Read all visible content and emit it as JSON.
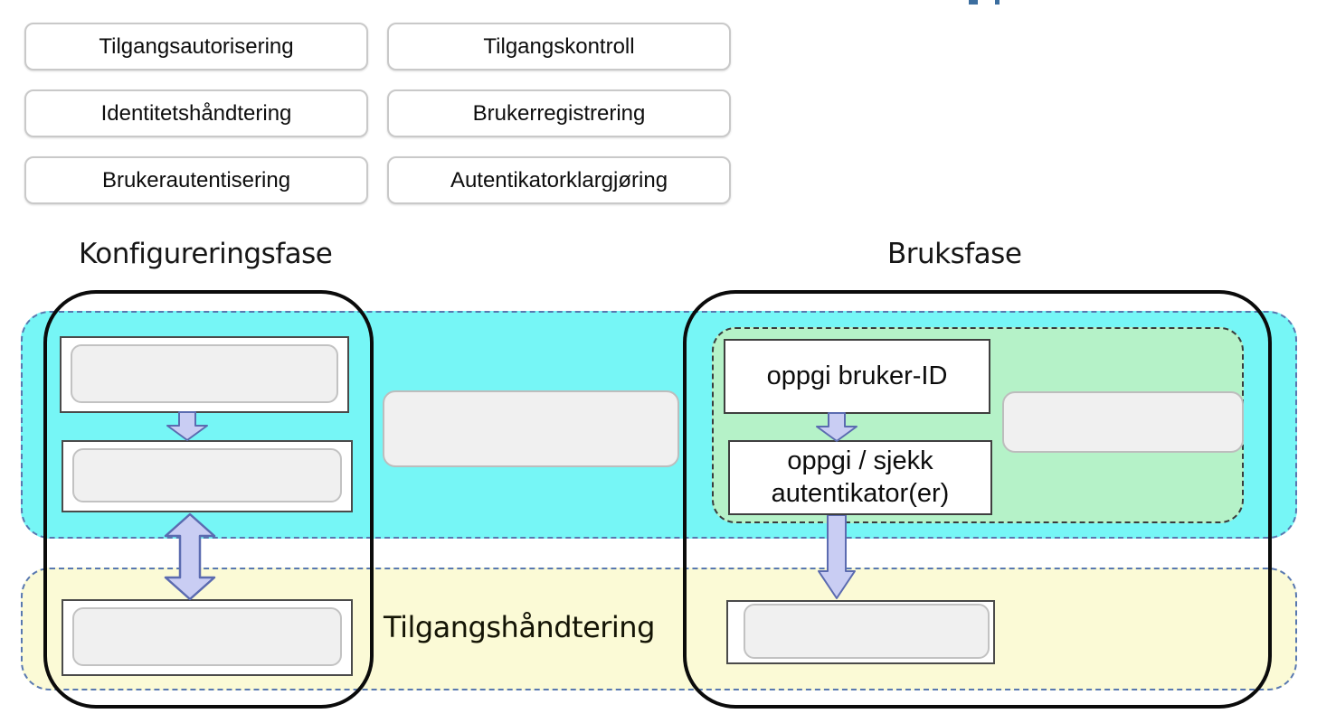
{
  "chips": [
    {
      "label": "Tilgangsautorisering"
    },
    {
      "label": "Tilgangskontroll"
    },
    {
      "label": "Identitetshåndtering"
    },
    {
      "label": "Brukerregistrering"
    },
    {
      "label": "Brukerautentisering"
    },
    {
      "label": "Autentikatorklargjøring"
    }
  ],
  "headings": {
    "left_phase": "Konfigureringsfase",
    "right_phase": "Bruksfase"
  },
  "diagram": {
    "yellow_band_label": "Tilgangshåndtering",
    "usage_flow": {
      "step1": "oppgi bruker-ID",
      "step2_lines": [
        "oppgi / sjekk",
        "autentikator(er)"
      ]
    }
  },
  "colors": {
    "cyan_band": "#76F6F6",
    "yellow_band": "#FBFAD6",
    "green_area": "#B5F2C8",
    "band_dashed_border": "#5878B0",
    "green_dashed_border": "#3B3B3B",
    "arrow_fill": "#C9CDF3",
    "arrow_stroke": "#5B6BB0",
    "capsule_outline": "#0B0B0B",
    "clipped_fragment_blue": "#3C6E9F"
  }
}
